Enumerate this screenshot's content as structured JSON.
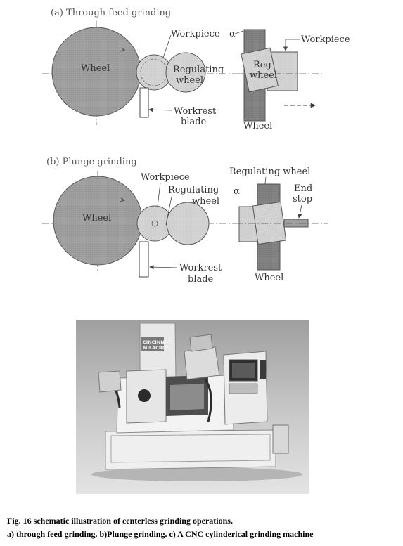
{
  "figure": {
    "part_a": {
      "title": "(a) Through feed grinding",
      "wheel": "Wheel",
      "workpiece": "Workpiece",
      "regulating_line1": "Regulating",
      "regulating_line2": "wheel",
      "workrest_line1": "Workrest",
      "workrest_line2": "blade",
      "alpha": "α",
      "side_workpiece": "Workpiece",
      "reg_line1": "Reg",
      "reg_line2": "wheel",
      "side_wheel": "Wheel"
    },
    "part_b": {
      "title": "(b) Plunge grinding",
      "wheel": "Wheel",
      "workpiece": "Workpiece",
      "regulating_line1": "Regulating",
      "regulating_line2": "wheel",
      "workrest_line1": "Workrest",
      "workrest_line2": "blade",
      "alpha": "α",
      "side_regulating": "Regulating wheel",
      "end_stop_line1": "End",
      "end_stop_line2": "stop",
      "side_wheel": "Wheel"
    },
    "photo": {
      "brand_line1": "CINCINNATI",
      "brand_line2": "MILACRON"
    },
    "caption": {
      "line1": "Fig. 16 schematic illustration of centerless grinding operations.",
      "line2": "a) through feed grinding. b)Plunge grinding. c) A CNC cylinderical grinding machine"
    }
  }
}
